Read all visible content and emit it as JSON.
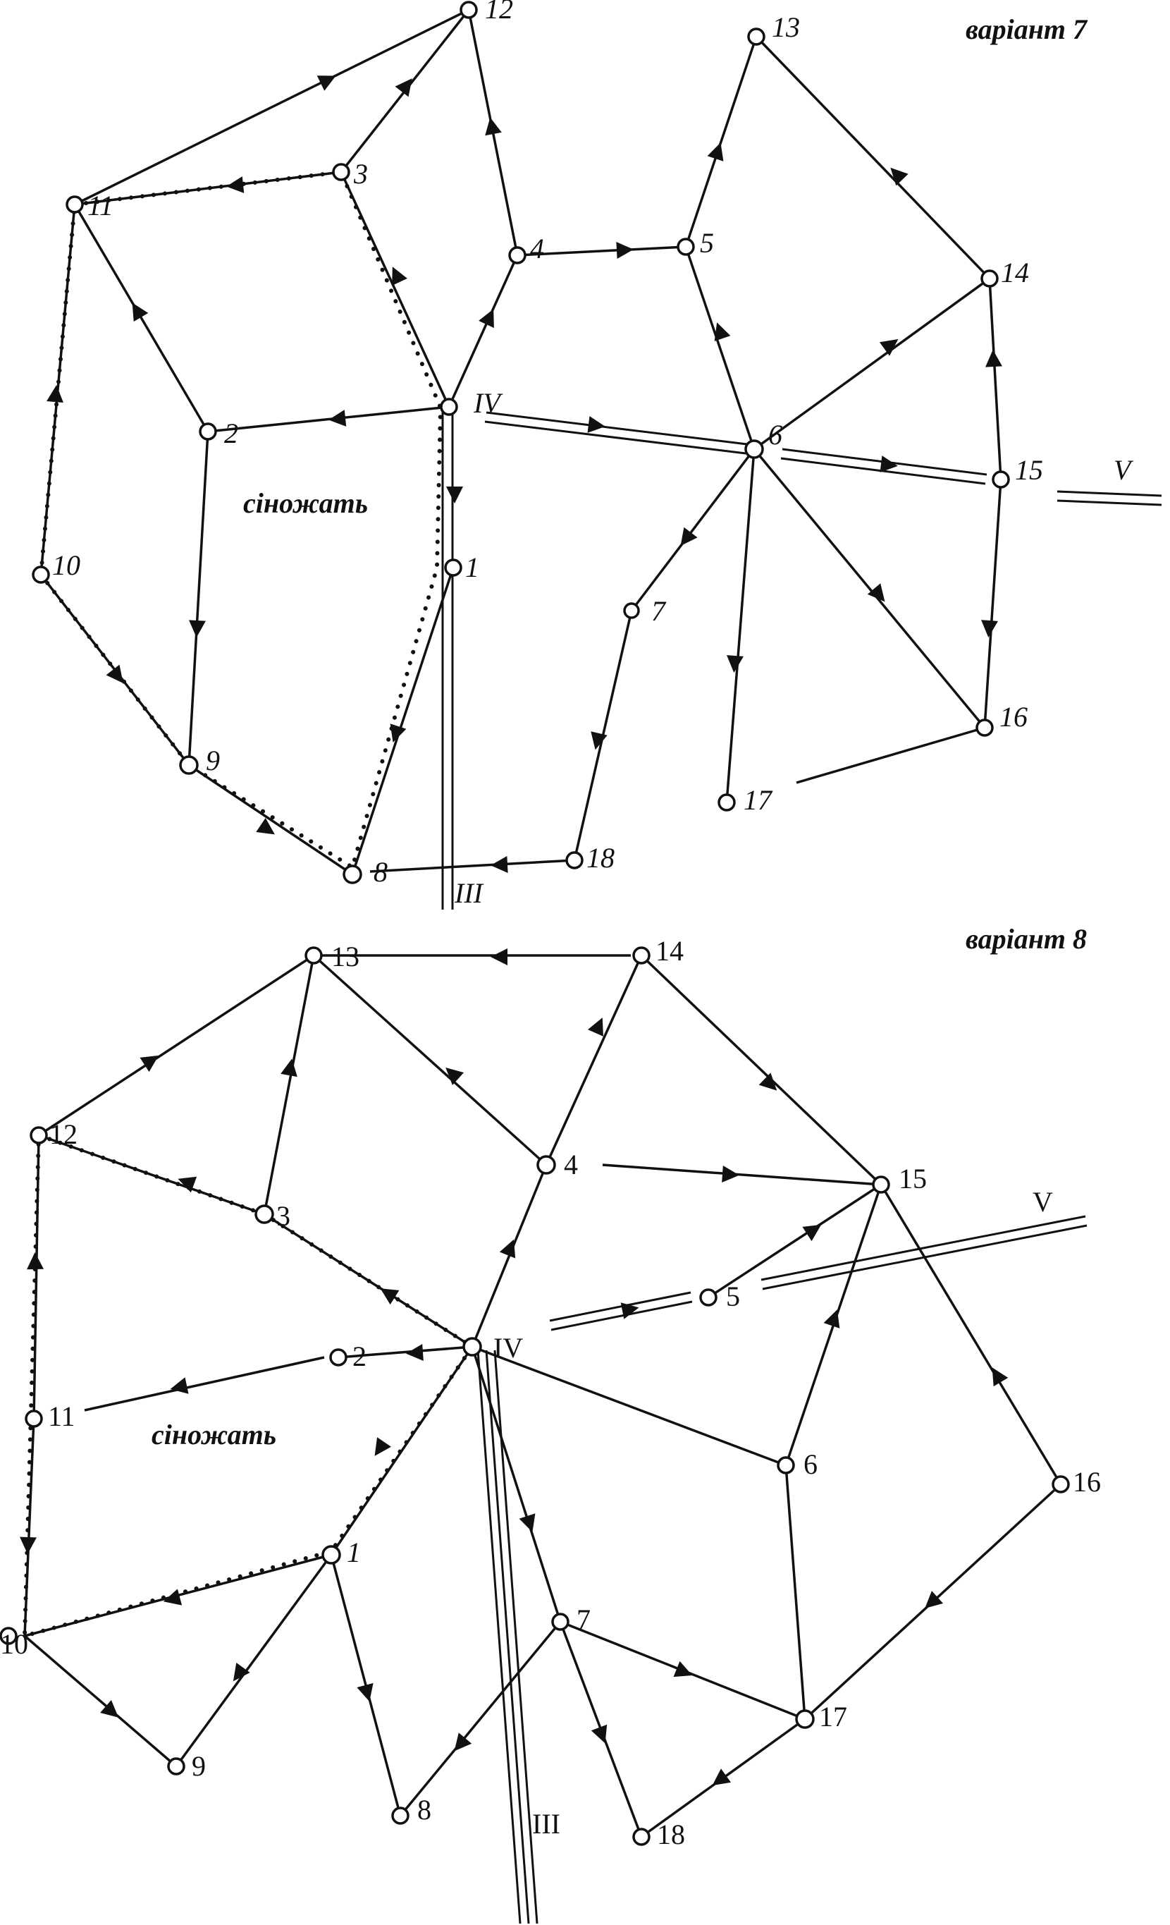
{
  "variant7": {
    "title": "варіант 7",
    "area_label": "сіножать",
    "nodes": [
      {
        "id": "12",
        "label": "12"
      },
      {
        "id": "3",
        "label": "3"
      },
      {
        "id": "11",
        "label": "11"
      },
      {
        "id": "4",
        "label": "4"
      },
      {
        "id": "5",
        "label": "5"
      },
      {
        "id": "13",
        "label": "13"
      },
      {
        "id": "14",
        "label": "14"
      },
      {
        "id": "IV",
        "label": "IV"
      },
      {
        "id": "2",
        "label": "2"
      },
      {
        "id": "6",
        "label": "6"
      },
      {
        "id": "15",
        "label": "15"
      },
      {
        "id": "10",
        "label": "10"
      },
      {
        "id": "1",
        "label": "1"
      },
      {
        "id": "7",
        "label": "7"
      },
      {
        "id": "9",
        "label": "9"
      },
      {
        "id": "16",
        "label": "16"
      },
      {
        "id": "17",
        "label": "17"
      },
      {
        "id": "8",
        "label": "8"
      },
      {
        "id": "18",
        "label": "18"
      }
    ],
    "road_labels": {
      "V": "V",
      "III": "III"
    }
  },
  "variant8": {
    "title": "варіант 8",
    "area_label": "сіножать",
    "nodes": [
      {
        "id": "13",
        "label": "13"
      },
      {
        "id": "14",
        "label": "14"
      },
      {
        "id": "12",
        "label": "12"
      },
      {
        "id": "4",
        "label": "4"
      },
      {
        "id": "15",
        "label": "15"
      },
      {
        "id": "3",
        "label": "3"
      },
      {
        "id": "5",
        "label": "5"
      },
      {
        "id": "IV",
        "label": "IV"
      },
      {
        "id": "2",
        "label": "2"
      },
      {
        "id": "11",
        "label": "11"
      },
      {
        "id": "6",
        "label": "6"
      },
      {
        "id": "16",
        "label": "16"
      },
      {
        "id": "1",
        "label": "1"
      },
      {
        "id": "10",
        "label": "10"
      },
      {
        "id": "7",
        "label": "7"
      },
      {
        "id": "17",
        "label": "17"
      },
      {
        "id": "9",
        "label": "9"
      },
      {
        "id": "8",
        "label": "8"
      },
      {
        "id": "18",
        "label": "18"
      }
    ],
    "road_labels": {
      "V": "V",
      "III": "III"
    }
  }
}
